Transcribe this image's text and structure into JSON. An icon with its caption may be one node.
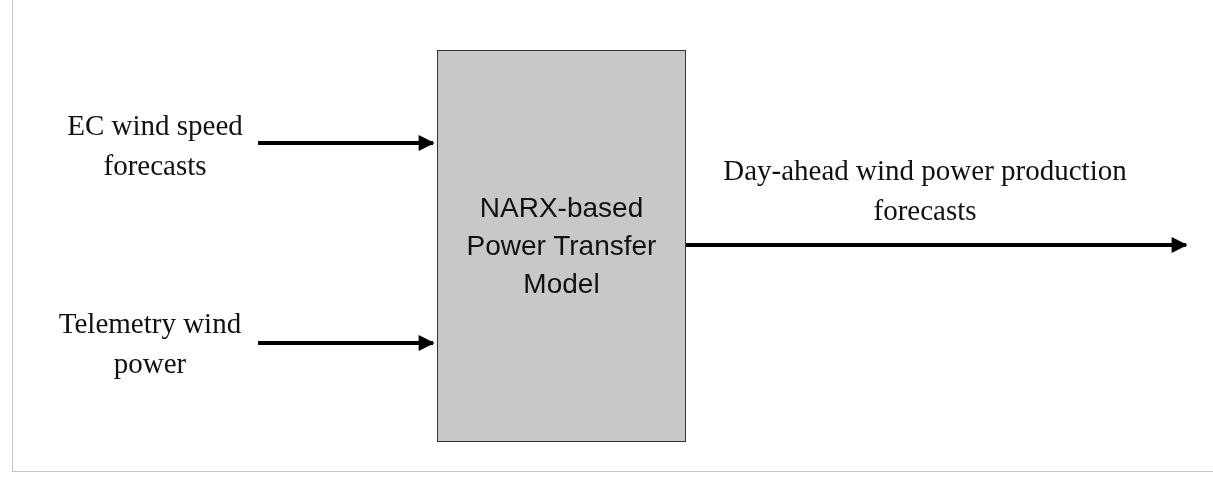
{
  "diagram": {
    "nodes": [
      {
        "text": [
          "EC wind speed forecasts"
        ]
      },
      {
        "text": [
          "Telemetry wind power"
        ]
      },
      {
        "text": [
          "NARX-based Power Transfer Model"
        ]
      }
    ],
    "edges": [
      {
        "from": 0,
        "to": 2,
        "arrow": "to"
      },
      {
        "from": 1,
        "to": 2,
        "arrow": "to"
      },
      {
        "from": 2,
        "to": null,
        "arrow": "to",
        "label": "Day-ahead wind power production forecasts"
      }
    ]
  }
}
